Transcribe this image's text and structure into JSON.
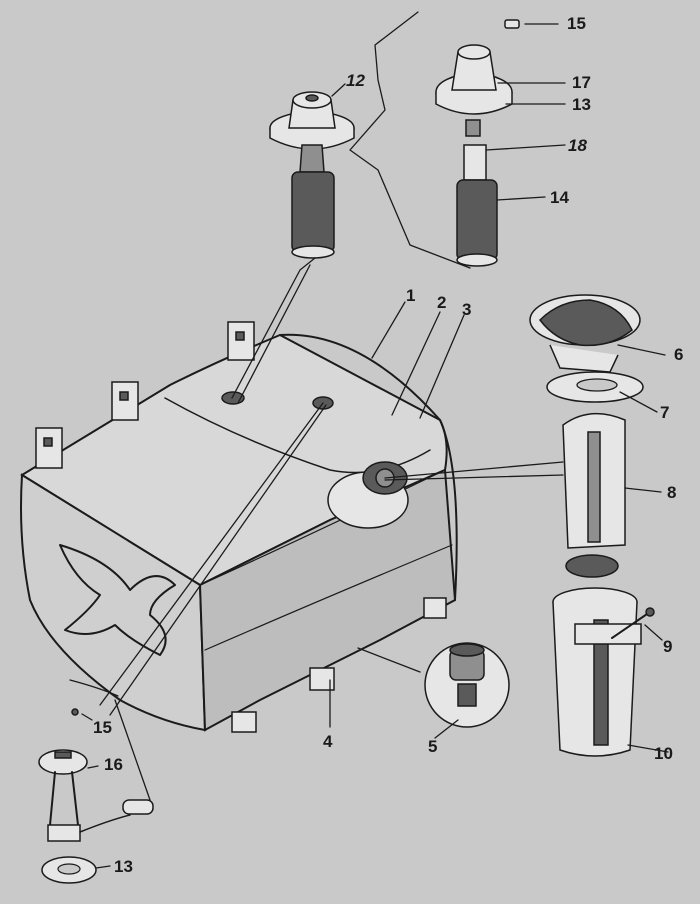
{
  "callouts": {
    "c1": "1",
    "c2": "2",
    "c3": "3",
    "c4": "4",
    "c5": "5",
    "c6": "6",
    "c7": "7",
    "c8": "8",
    "c9": "9",
    "c10": "10",
    "c12": "12",
    "c13_top": "13",
    "c13_bottom": "13",
    "c14": "14",
    "c15_top": "15",
    "c15_bottom": "15",
    "c16": "16",
    "c17": "17",
    "c18": "18"
  },
  "colors": {
    "background": "#c9c9c9",
    "ink": "#1b1b1b"
  }
}
